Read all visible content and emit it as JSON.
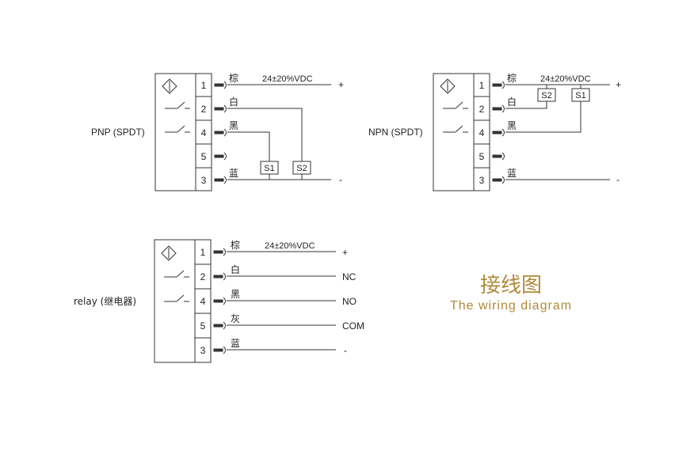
{
  "diagrams": {
    "pnp": {
      "label": "PNP (SPDT)",
      "supply": "24±20%VDC",
      "plus": "+",
      "minus": "-",
      "terminals": [
        "1",
        "2",
        "4",
        "5",
        "3"
      ],
      "wires": [
        "棕",
        "白",
        "黑",
        "",
        "蓝"
      ],
      "switches": [
        "S1",
        "S2"
      ]
    },
    "npn": {
      "label": "NPN (SPDT)",
      "supply": "24±20%VDC",
      "plus": "+",
      "minus": "-",
      "terminals": [
        "1",
        "2",
        "4",
        "5",
        "3"
      ],
      "wires": [
        "棕",
        "白",
        "黑",
        "",
        "蓝"
      ],
      "switches": [
        "S2",
        "S1"
      ]
    },
    "relay": {
      "label": "relay (继电器)",
      "supply": "24±20%VDC",
      "terminals": [
        "1",
        "2",
        "4",
        "5",
        "3"
      ],
      "wires": [
        "棕",
        "白",
        "黑",
        "灰",
        "蓝"
      ],
      "ends": [
        "+",
        "NC",
        "NO",
        "COM",
        "-"
      ]
    }
  },
  "title": {
    "cn": "接线图",
    "en": "The wiring diagram"
  },
  "colors": {
    "line": "#333333",
    "title": "#b08a3a"
  }
}
